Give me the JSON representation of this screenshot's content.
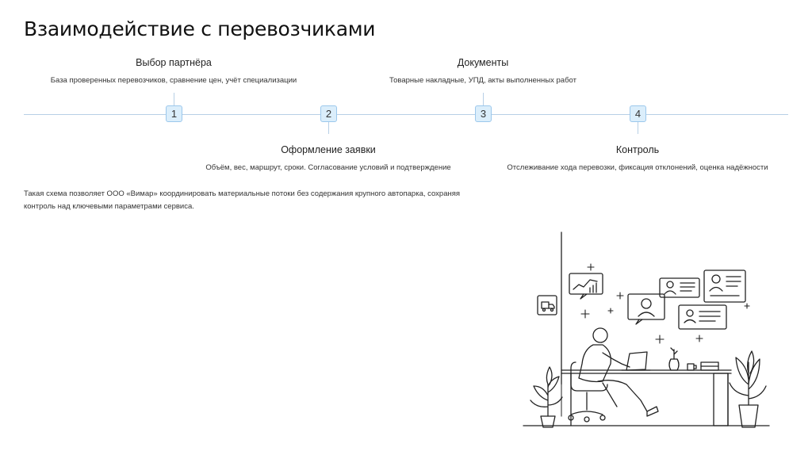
{
  "page": {
    "title": "Взаимодействие с перевозчиками"
  },
  "steps": [
    {
      "number": "1",
      "title": "Выбор партнёра",
      "description": "База проверенных перевозчиков, сравнение цен, учёт специализации"
    },
    {
      "number": "2",
      "title": "Оформление заявки",
      "description": "Объём, вес, маршрут, сроки. Согласование условий и подтверждение"
    },
    {
      "number": "3",
      "title": "Документы",
      "description": "Товарные накладные, УПД, акты выполненных работ"
    },
    {
      "number": "4",
      "title": "Контроль",
      "description": "Отслеживание хода перевозки, фиксация отклонений, оценка надёжности"
    }
  ],
  "summary": "Такая схема позволяет ООО «Вимар» координировать материальные потоки без содержания крупного автопарка, сохраняя контроль над ключевыми параметрами сервиса.",
  "colors": {
    "timeline": "#b7cfe6",
    "badge_fill": "#dbeefb",
    "badge_border": "#9cc8ec"
  }
}
